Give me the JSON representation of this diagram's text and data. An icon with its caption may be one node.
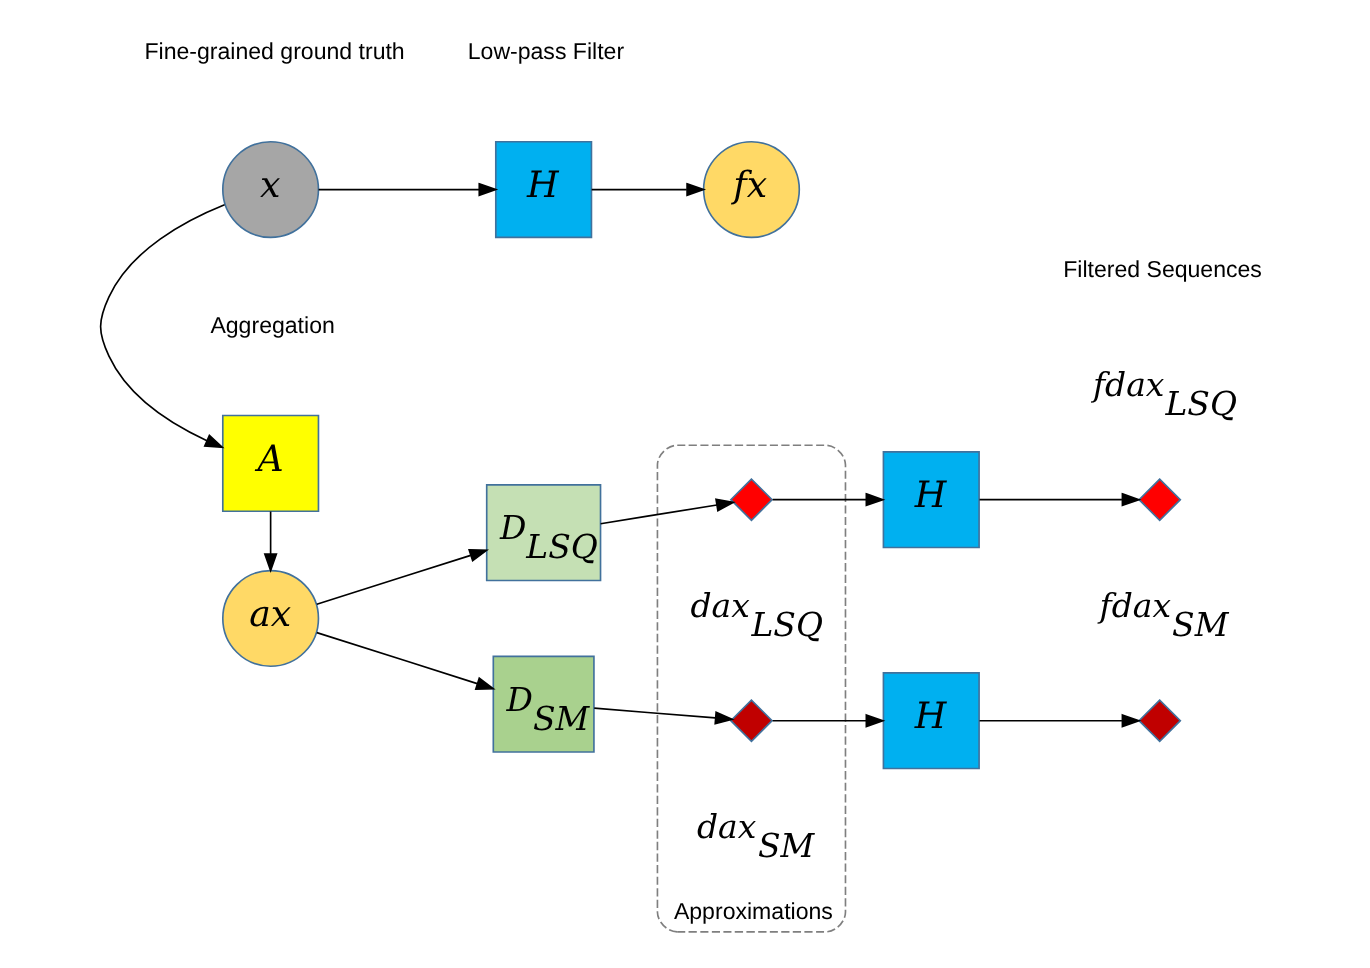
{
  "diagram": {
    "nodes": [
      {
        "text": [
          "x"
        ],
        "beside": [
          "Fine-grained ground truth"
        ]
      },
      {
        "text": [
          "H"
        ],
        "beside": [
          "Low-pass Filter"
        ]
      },
      {
        "text": [
          "fx"
        ]
      },
      {
        "text": [
          "A"
        ],
        "beside": [
          "Aggregation"
        ]
      },
      {
        "text": [
          "ax"
        ]
      },
      {
        "text": [
          "D$_{LSQ}$"
        ]
      },
      {
        "text": [
          "D$_{SM}$"
        ]
      },
      {
        "text": [
          "Approximations"
        ]
      },
      {
        "text": [],
        "shape": "diamond",
        "in": 7,
        "beside": [
          "dax$_{LSQ}$"
        ]
      },
      {
        "text": [],
        "shape": "diamond",
        "in": 7,
        "beside": [
          "dax$_{SM}$"
        ]
      },
      {
        "text": [
          "H"
        ]
      },
      {
        "text": [
          "H"
        ]
      },
      {
        "text": [],
        "shape": "diamond",
        "beside": [
          "fdax$_{LSQ}$"
        ]
      },
      {
        "text": [],
        "shape": "diamond",
        "beside": [
          "fdax$_{SM}$"
        ]
      }
    ],
    "edges": [
      {
        "from": 0,
        "to": 1,
        "arrow": "to"
      },
      {
        "from": 1,
        "to": 2,
        "arrow": "to"
      },
      {
        "from": 0,
        "to": 3,
        "arrow": "to"
      },
      {
        "from": 3,
        "to": 4,
        "arrow": "to"
      },
      {
        "from": 4,
        "to": 5,
        "arrow": "to"
      },
      {
        "from": 4,
        "to": 6,
        "arrow": "to"
      },
      {
        "from": 5,
        "to": 8,
        "arrow": "to"
      },
      {
        "from": 6,
        "to": 9,
        "arrow": "to"
      },
      {
        "from": 8,
        "to": 10,
        "arrow": "to"
      },
      {
        "from": 9,
        "to": 11,
        "arrow": "to"
      },
      {
        "from": 10,
        "to": 12,
        "arrow": "to"
      },
      {
        "from": 11,
        "to": 13,
        "arrow": "to"
      }
    ],
    "labels": [
      "Filtered Sequences"
    ]
  }
}
